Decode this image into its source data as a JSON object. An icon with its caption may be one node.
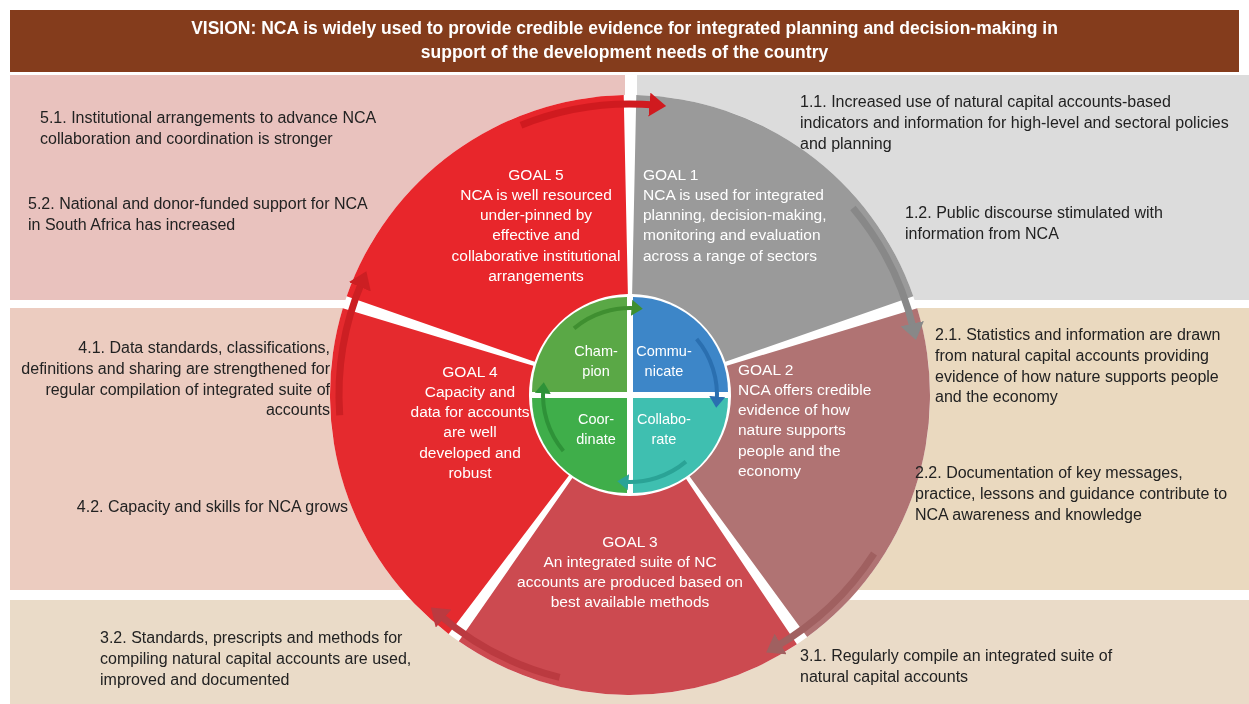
{
  "diagram": {
    "title": "VISION: NCA is widely used to provide credible evidence for integrated planning and decision-making in support of the development needs of the country",
    "nodes": [
      {
        "text": [
          "5.1. Institutional arrangements to advance NCA collaboration and coordination is stronger"
        ]
      },
      {
        "text": [
          "1.1. Increased use of natural capital accounts-based indicators and information for high-level and sectoral policies and planning"
        ]
      },
      {
        "text": [
          "5.2. National and donor-funded support for NCA in South Africa has increased"
        ]
      },
      {
        "text": [
          "GOAL 5",
          "NCA is well resourced under-pinned by effective and collaborative institutional arrangements"
        ]
      },
      {
        "text": [
          "GOAL 1",
          "NCA is used for integrated planning, decision-making, monitoring and evaluation across a range of sectors"
        ]
      },
      {
        "text": [
          "1.2. Public discourse stimulated with information from NCA"
        ]
      },
      {
        "text": [
          "Cham-pion"
        ]
      },
      {
        "text": [
          "Commu-nicate"
        ]
      },
      {
        "text": [
          "4.1. Data standards, classifications, definitions and sharing are strengthened for regular compilation of integrated suite of accounts"
        ]
      },
      {
        "text": [
          "2.1. Statistics and information are drawn from natural capital accounts providing evidence of how nature supports people and the economy"
        ]
      },
      {
        "text": [
          "GOAL 4",
          "Capacity and data for accounts are well developed and robust"
        ]
      },
      {
        "text": [
          "Coor-dinate"
        ]
      },
      {
        "text": [
          "Collabo-rate"
        ]
      },
      {
        "text": [
          "GOAL 2",
          "NCA offers credible evidence of how nature supports people and the economy"
        ]
      },
      {
        "text": [
          "2.2. Documentation of key messages, practice, lessons and guidance contribute to NCA awareness and knowledge"
        ]
      },
      {
        "text": [
          "4.2. Capacity and skills for NCA grows"
        ]
      },
      {
        "text": [
          "GOAL 3",
          "An integrated suite of NC accounts are produced based on best available methods"
        ]
      },
      {
        "text": [
          "3.2. Standards, prescripts and methods for compiling natural capital accounts are used, improved and documented"
        ]
      },
      {
        "text": [
          "3.1. Regularly compile an integrated suite of natural capital accounts"
        ]
      }
    ],
    "edges": [
      {
        "from": 3,
        "to": 4,
        "arrow": "to",
        "color": "#d01a1f"
      },
      {
        "from": 4,
        "to": 13,
        "arrow": "to",
        "color": "#888888"
      },
      {
        "from": 13,
        "to": 16,
        "arrow": "to",
        "color": "#a06060"
      },
      {
        "from": 16,
        "to": 10,
        "arrow": "to",
        "color": "#bb3a40"
      },
      {
        "from": 10,
        "to": 3,
        "arrow": "to",
        "color": "#cc1f23"
      },
      {
        "from": 6,
        "to": 7,
        "arrow": "to",
        "color": "#3f8f30"
      },
      {
        "from": 7,
        "to": 12,
        "arrow": "to",
        "color": "#2a6fb0"
      },
      {
        "from": 12,
        "to": 11,
        "arrow": "to",
        "color": "#2aa396"
      },
      {
        "from": 11,
        "to": 6,
        "arrow": "to",
        "color": "#2e9238"
      }
    ]
  }
}
